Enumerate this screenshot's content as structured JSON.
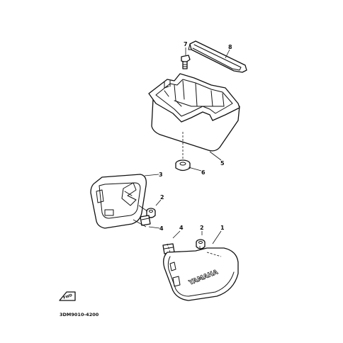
{
  "diagram": {
    "callouts": {
      "p1": "1",
      "p2a": "2",
      "p2b": "2",
      "p3": "3",
      "p4a": "4",
      "p4b": "4",
      "p5": "5",
      "p6": "6",
      "p7": "7",
      "p8": "8"
    },
    "brand_text": "YAMAHA",
    "fwd_label": "FWD",
    "drawing_code": "3DM9010-4200",
    "colors": {
      "line": "#111111",
      "background": "#ffffff"
    },
    "icons": [
      "fwd-arrow-icon"
    ]
  }
}
